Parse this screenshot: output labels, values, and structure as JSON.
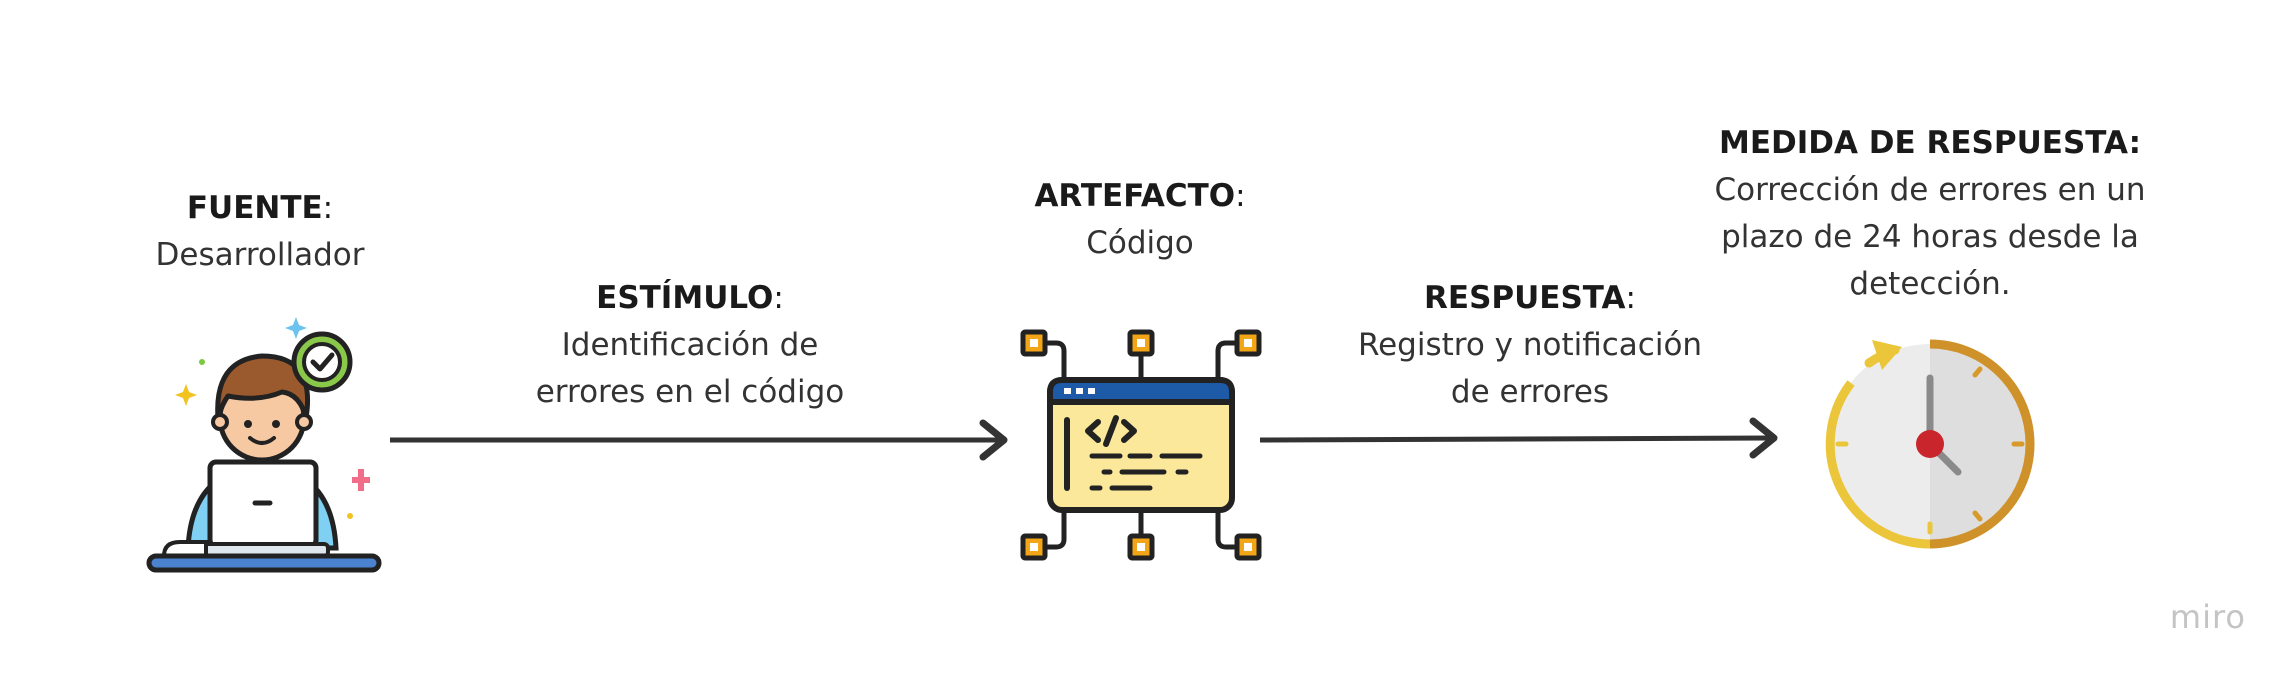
{
  "nodes": {
    "fuente": {
      "title": "FUENTE",
      "colon": ":",
      "text": "Desarrollador",
      "icon": "developer-laptop-icon"
    },
    "estimulo": {
      "title": "ESTÍMULO",
      "colon": ":",
      "line1": "Identificación de",
      "line2": "errores en el código"
    },
    "artefacto": {
      "title": "ARTEFACTO",
      "colon": ":",
      "text": "Código",
      "icon": "code-circuit-icon"
    },
    "respuesta": {
      "title": "RESPUESTA",
      "colon": ":",
      "line1": "Registro y notificación",
      "line2": "de errores"
    },
    "medida": {
      "title": "MEDIDA DE RESPUESTA:",
      "line1": "Corrección de errores en un",
      "line2": "plazo de 24 horas desde la",
      "line3": "detección.",
      "icon": "clock-icon"
    }
  },
  "watermark": "miro",
  "colors": {
    "arrow": "#333333",
    "code_window": "#fbe89a",
    "window_bar": "#1d5aa8",
    "node_square": "#f2a516",
    "clock_ring": "#e8c33a",
    "clock_center": "#c8262c"
  }
}
